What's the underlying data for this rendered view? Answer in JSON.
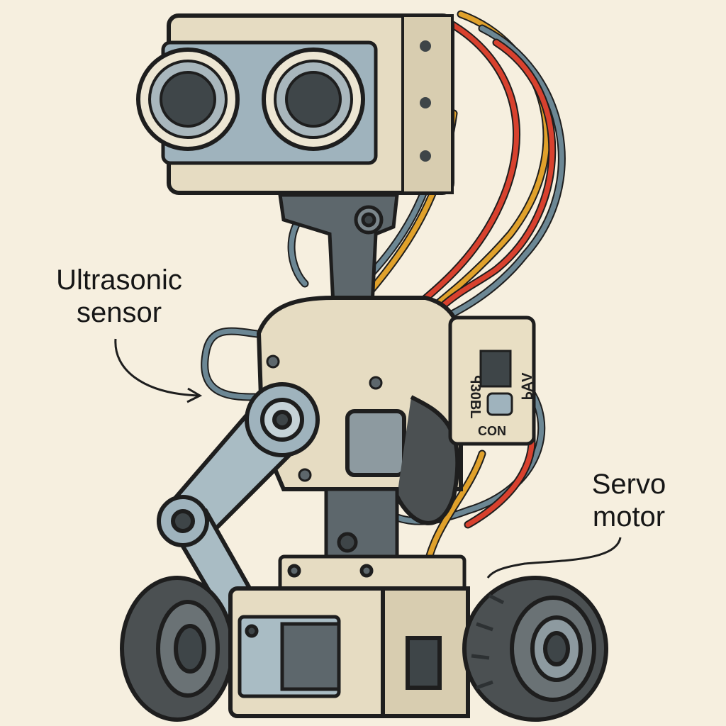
{
  "labels": {
    "ultrasonic_line1": "Ultrasonic",
    "ultrasonic_line2": "sensor",
    "servo_line1": "Servo",
    "servo_line2": "motor"
  },
  "board_markings": {
    "left": "ꟼ30BL",
    "right": "ɅⱯꟼ",
    "bottom": "CON"
  },
  "colors": {
    "background": "#f6efdf",
    "outline": "#1e1e1e",
    "housing": "#e6dcc2",
    "metal": "#9fb3bd",
    "wheel": "#4b5052",
    "wire_red": "#d8412e",
    "wire_yellow": "#e0a12b",
    "wire_blue": "#6c8794"
  },
  "icons": [
    "ultrasonic-sensor-icon",
    "servo-motor-icon",
    "wheel-icon",
    "circuit-board-icon"
  ]
}
